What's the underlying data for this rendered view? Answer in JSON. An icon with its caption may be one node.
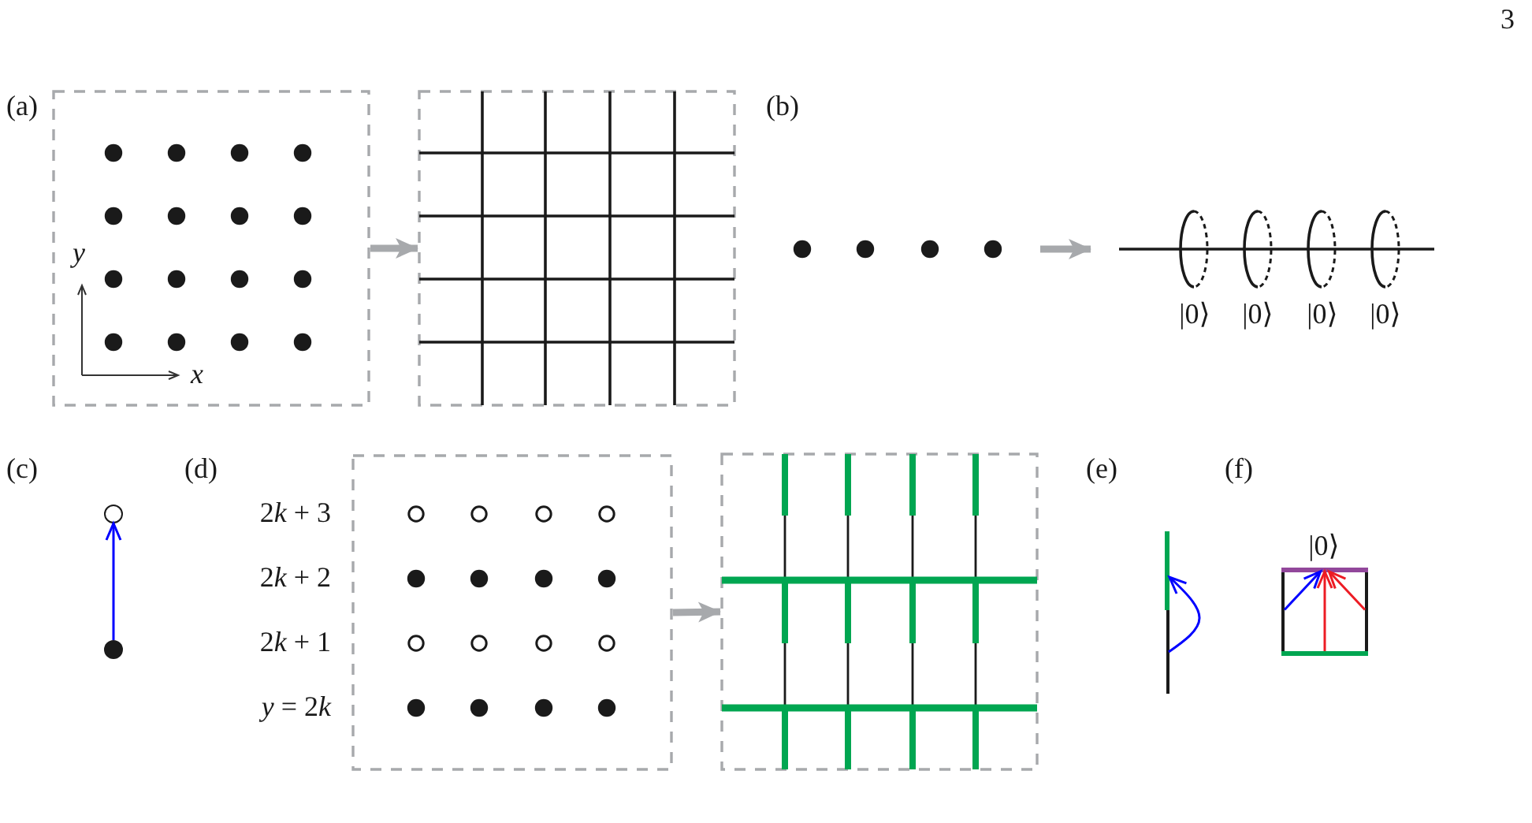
{
  "diagram": {
    "nodes": [
      {
        "text": [],
        "shape": "box"
      },
      {
        "text": [],
        "shape": "box"
      },
      {
        "text": [],
        "shape": "picture"
      },
      {
        "text": [],
        "shape": "picture"
      },
      {
        "text": [],
        "shape": "circle"
      },
      {
        "text": [],
        "shape": "circle"
      },
      {
        "text": [],
        "shape": "box"
      },
      {
        "text": [],
        "shape": "box"
      },
      {
        "text": [],
        "shape": "bar"
      },
      {
        "text": [],
        "shape": "bar"
      },
      {
        "text": [],
        "shape": "bar"
      },
      {
        "text": [],
        "shape": "bar"
      },
      {
        "text": [],
        "shape": "bar"
      },
      {
        "text": [],
        "shape": "bar"
      }
    ],
    "edges": [
      {
        "from": 0,
        "to": 1,
        "arrow": "to",
        "style": "thick"
      },
      {
        "from": 2,
        "to": 3,
        "arrow": "to",
        "style": "thick"
      },
      {
        "from": 5,
        "to": 4,
        "arrow": "to",
        "color": "#0000ff"
      },
      {
        "from": 6,
        "to": 7,
        "arrow": "to",
        "style": "thick"
      },
      {
        "from": 9,
        "to": 8,
        "arrow": "to",
        "color": "#0000ff"
      },
      {
        "from": 11,
        "to": 10,
        "arrow": "to",
        "color": "#0000ff"
      },
      {
        "from": 12,
        "to": 10,
        "arrow": "to",
        "color": "#ed1c24"
      },
      {
        "from": 13,
        "to": 10,
        "arrow": "to",
        "color": "#ed1c24"
      }
    ],
    "labels": [
      "3",
      "(a)",
      "(b)",
      "y",
      "x",
      "|0⟩",
      "|0⟩",
      "|0⟩",
      "|0⟩",
      "(c)",
      "(d)",
      "(e)",
      "(f)",
      "2k + 3",
      "|0⟩",
      "2k + 2",
      "2k + 1",
      "y = 2k"
    ]
  }
}
